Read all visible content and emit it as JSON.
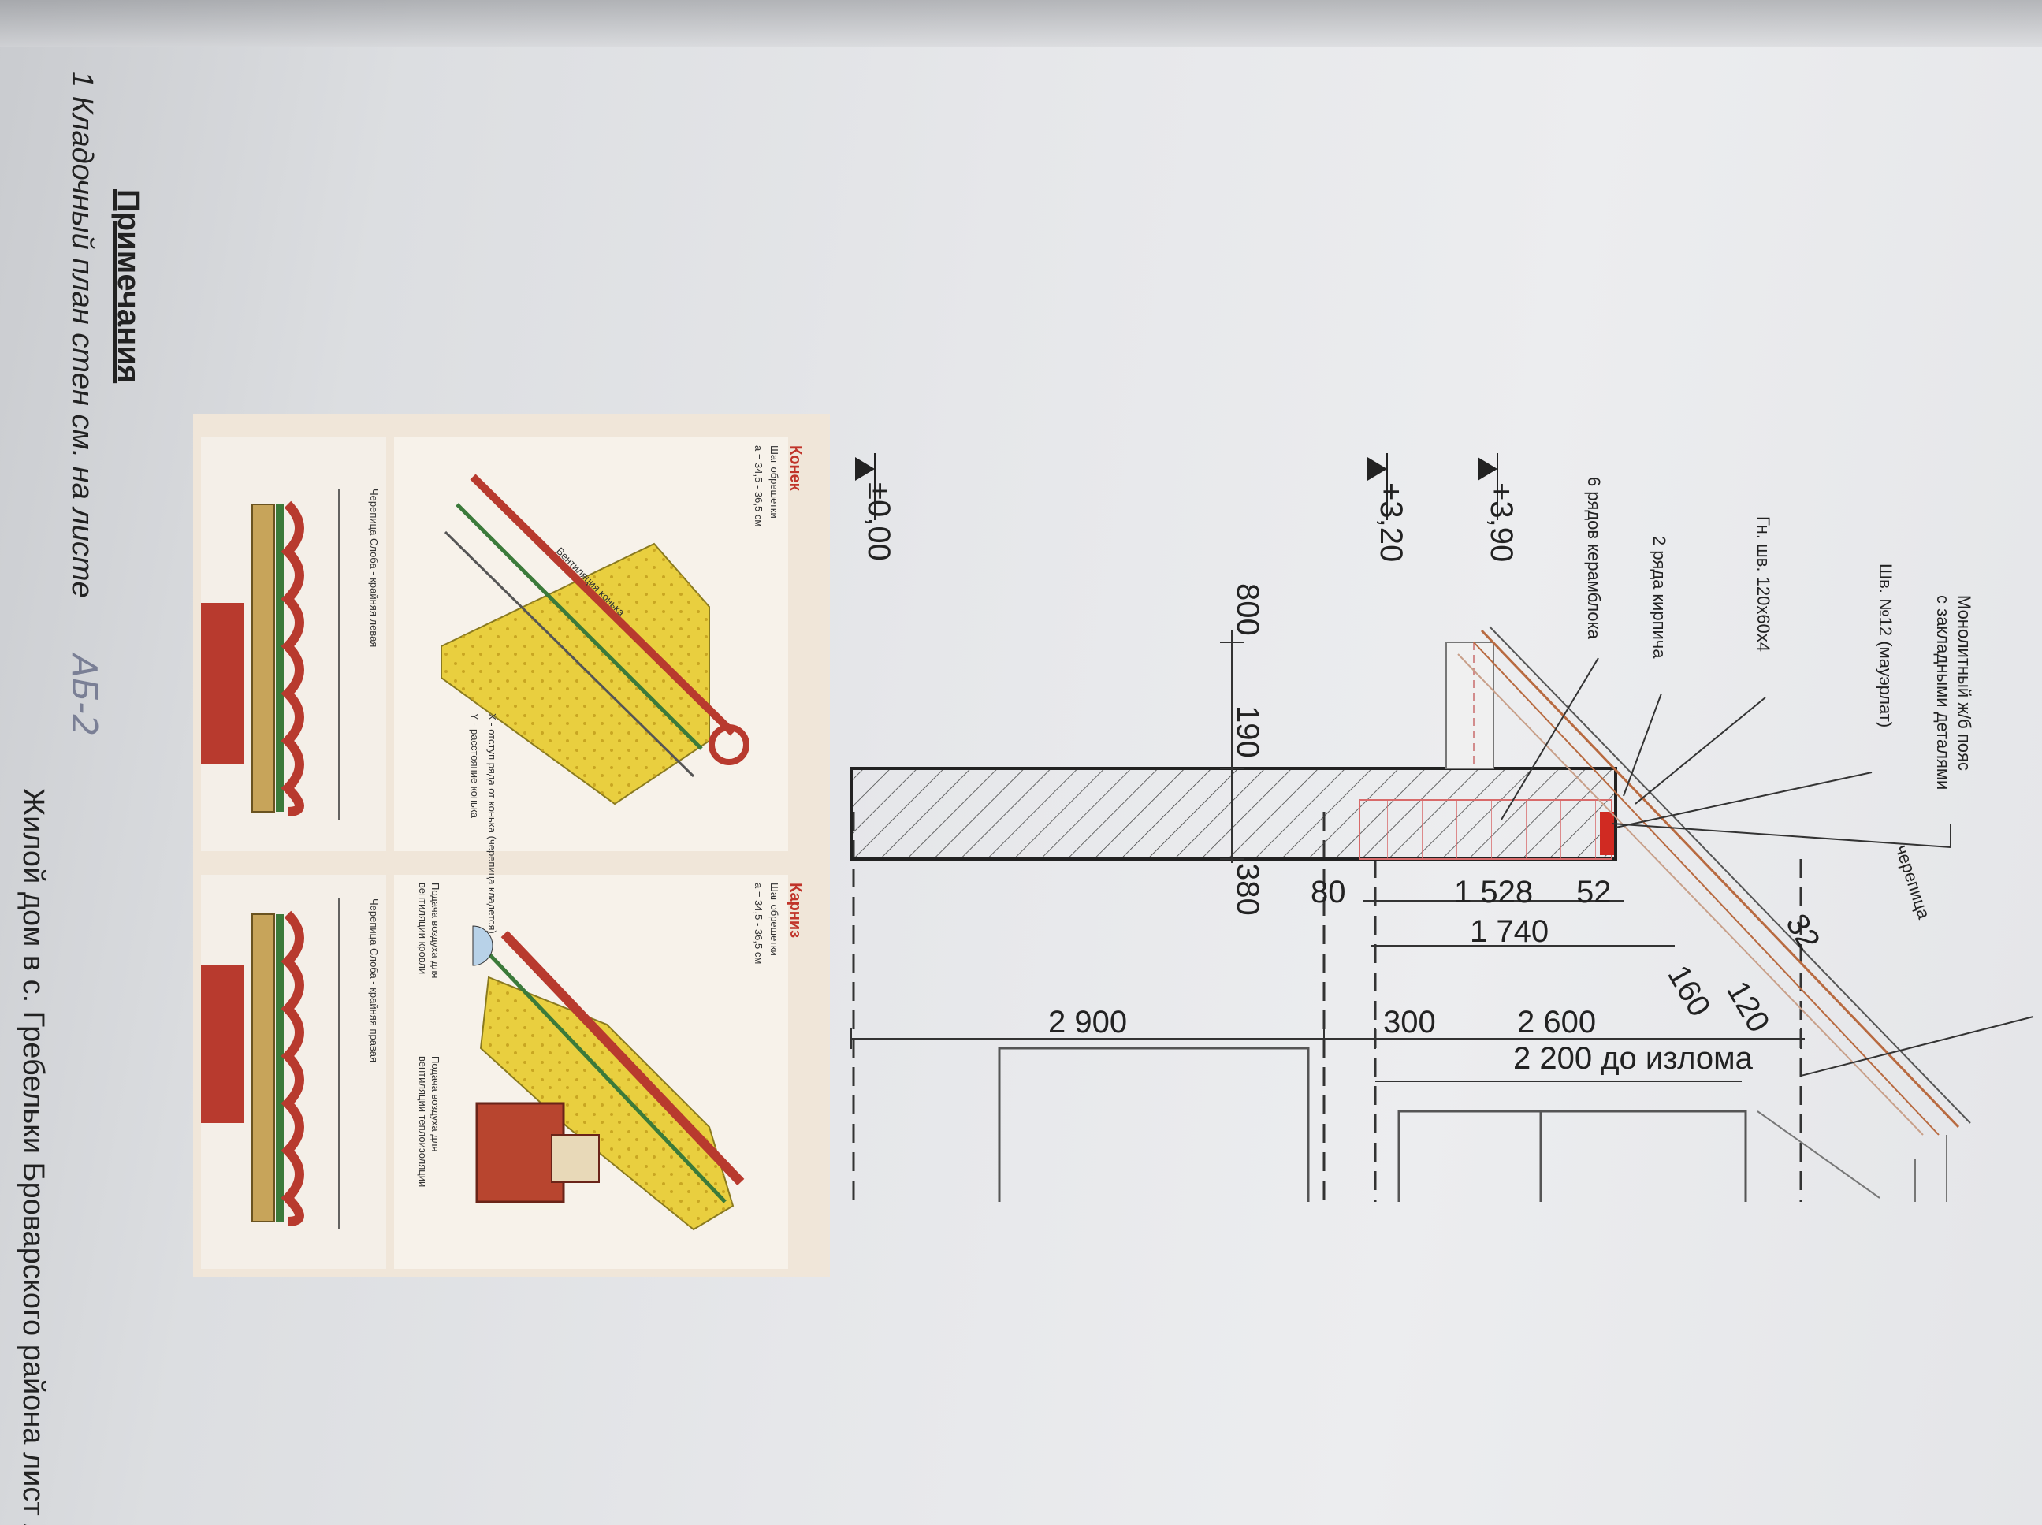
{
  "notes": {
    "title": "Примечания",
    "line1": "1 Кладочный план стен см. на листе",
    "sheet_ref": "АБ-2",
    "line2": "Жилой дом в с. Гребельки Броварского района  лист  АБ-"
  },
  "elevations": {
    "zero": "±0,00",
    "level1": "+3,20",
    "level2": "+3,90"
  },
  "callouts": {
    "belt": "Монолитный ж/б пояс",
    "belt2": "с закладными деталями",
    "mauerlat": "Шв. №12 (мауэрлат)",
    "bent": "Гн. шв. 120х60х4",
    "brick": "2 ряда кирпича",
    "ceramoblock": "6 рядов керамблока",
    "tile": "черепица"
  },
  "dimensions": {
    "d800": "800",
    "d190": "190",
    "d380": "380",
    "d80": "80",
    "d1528": "1 528",
    "d52": "52",
    "d1740": "1 740",
    "d160": "160",
    "d32": "32",
    "d120": "120",
    "d2900": "2 900",
    "d300": "300",
    "d2600": "2 600",
    "d2200": "2 200 до излома"
  },
  "detail_ridge": {
    "title": "Конек",
    "step_label": "Шаг обрешетки",
    "step_value": "а = 34,5 - 36,5 см",
    "vent": "Вентиляция конька",
    "note_x": "Х - отступ ряда от конька (черепица кладется)",
    "note_y": "Y - расстояние конька",
    "left_caption": "Черепица Слоба - крайняя левая"
  },
  "detail_eave": {
    "title": "Карниз",
    "step_label": "Шаг обрешетки",
    "step_value": "а = 34,5 - 36,5 см",
    "air1": "Подача воздуха для",
    "air2": "вентиляции кровли",
    "air3": "Подача воздуха для",
    "air4": "вентиляции теплоизоляции",
    "right_caption": "Черепица Слоба - крайняя правая"
  },
  "colors": {
    "insulation": "#e9cf3f",
    "tile": "#b83a2e",
    "brick": "#c24a36",
    "accent_red": "#d02a22"
  }
}
